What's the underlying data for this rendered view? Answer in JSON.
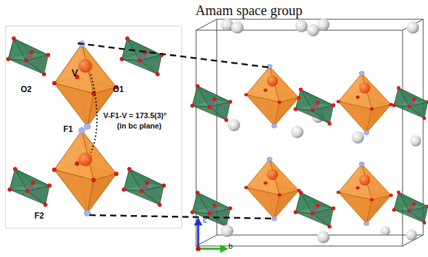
{
  "diagram": {
    "title": "Amam space group",
    "labels": [
      "V",
      "O2",
      "O1",
      "F1",
      "V-F1-V = 173.5(3)°",
      "(in bc plane)",
      "F2",
      "c",
      "b"
    ]
  }
}
